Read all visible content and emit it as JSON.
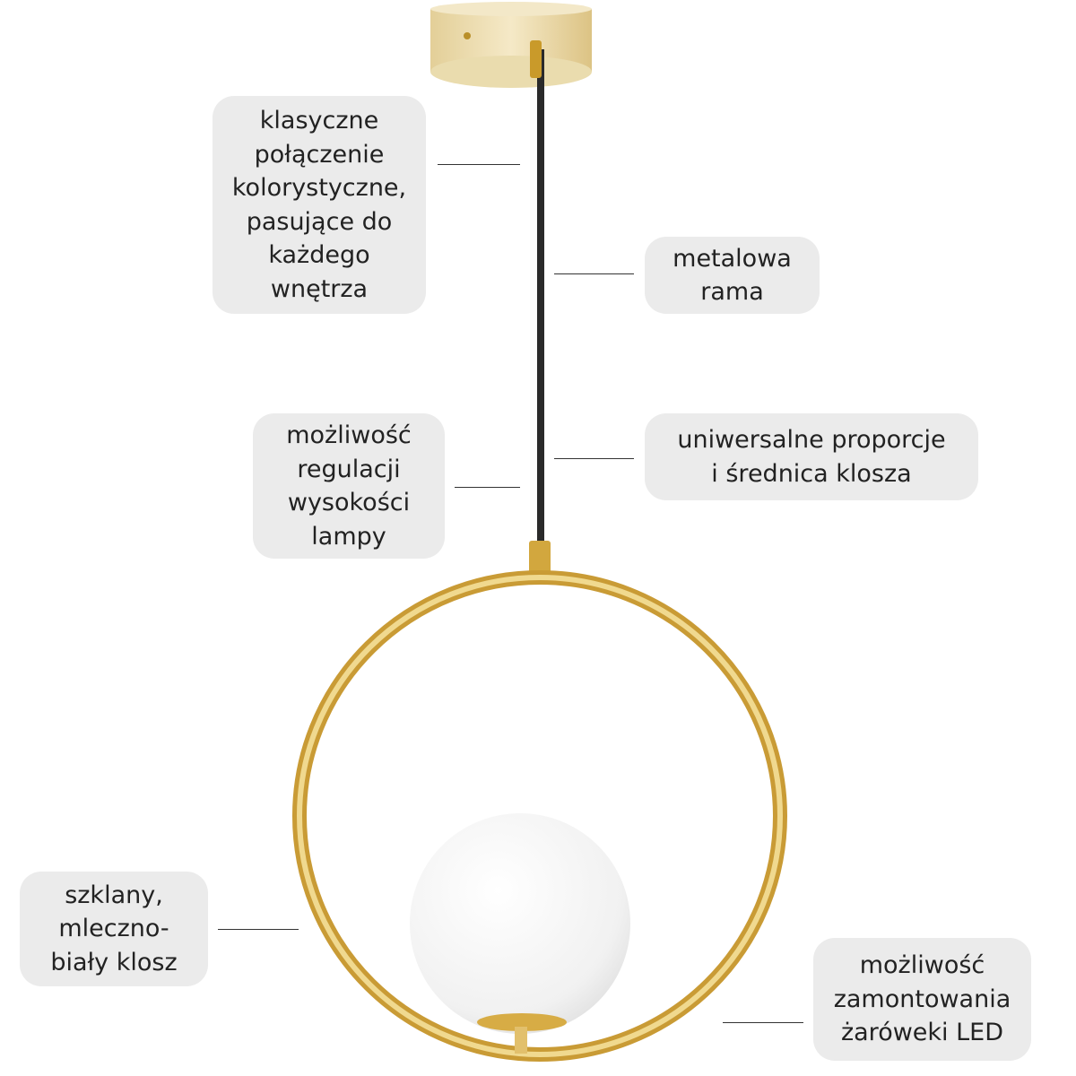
{
  "callouts": [
    {
      "id": "color",
      "lines": [
        "klasyczne",
        "połączenie",
        "kolorystyczne,",
        "pasujące do",
        "każdego",
        "wnętrza"
      ]
    },
    {
      "id": "frame",
      "lines": [
        "metalowa",
        "rama"
      ]
    },
    {
      "id": "height",
      "lines": [
        "możliwość",
        "regulacji",
        "wysokości",
        "lampy"
      ]
    },
    {
      "id": "proportions",
      "lines": [
        "uniwersalne proporcje",
        "i średnica klosza"
      ]
    },
    {
      "id": "shade",
      "lines": [
        "szklany,",
        "mleczno-",
        "biały klosz"
      ]
    },
    {
      "id": "led",
      "lines": [
        "możliwość",
        "zamontowania",
        "żaróweki LED"
      ]
    }
  ],
  "colors": {
    "callout_bg": "#ebebeb",
    "gold": "#d9b45a",
    "cable": "#2a2a2a",
    "globe": "#f4f4f4"
  }
}
